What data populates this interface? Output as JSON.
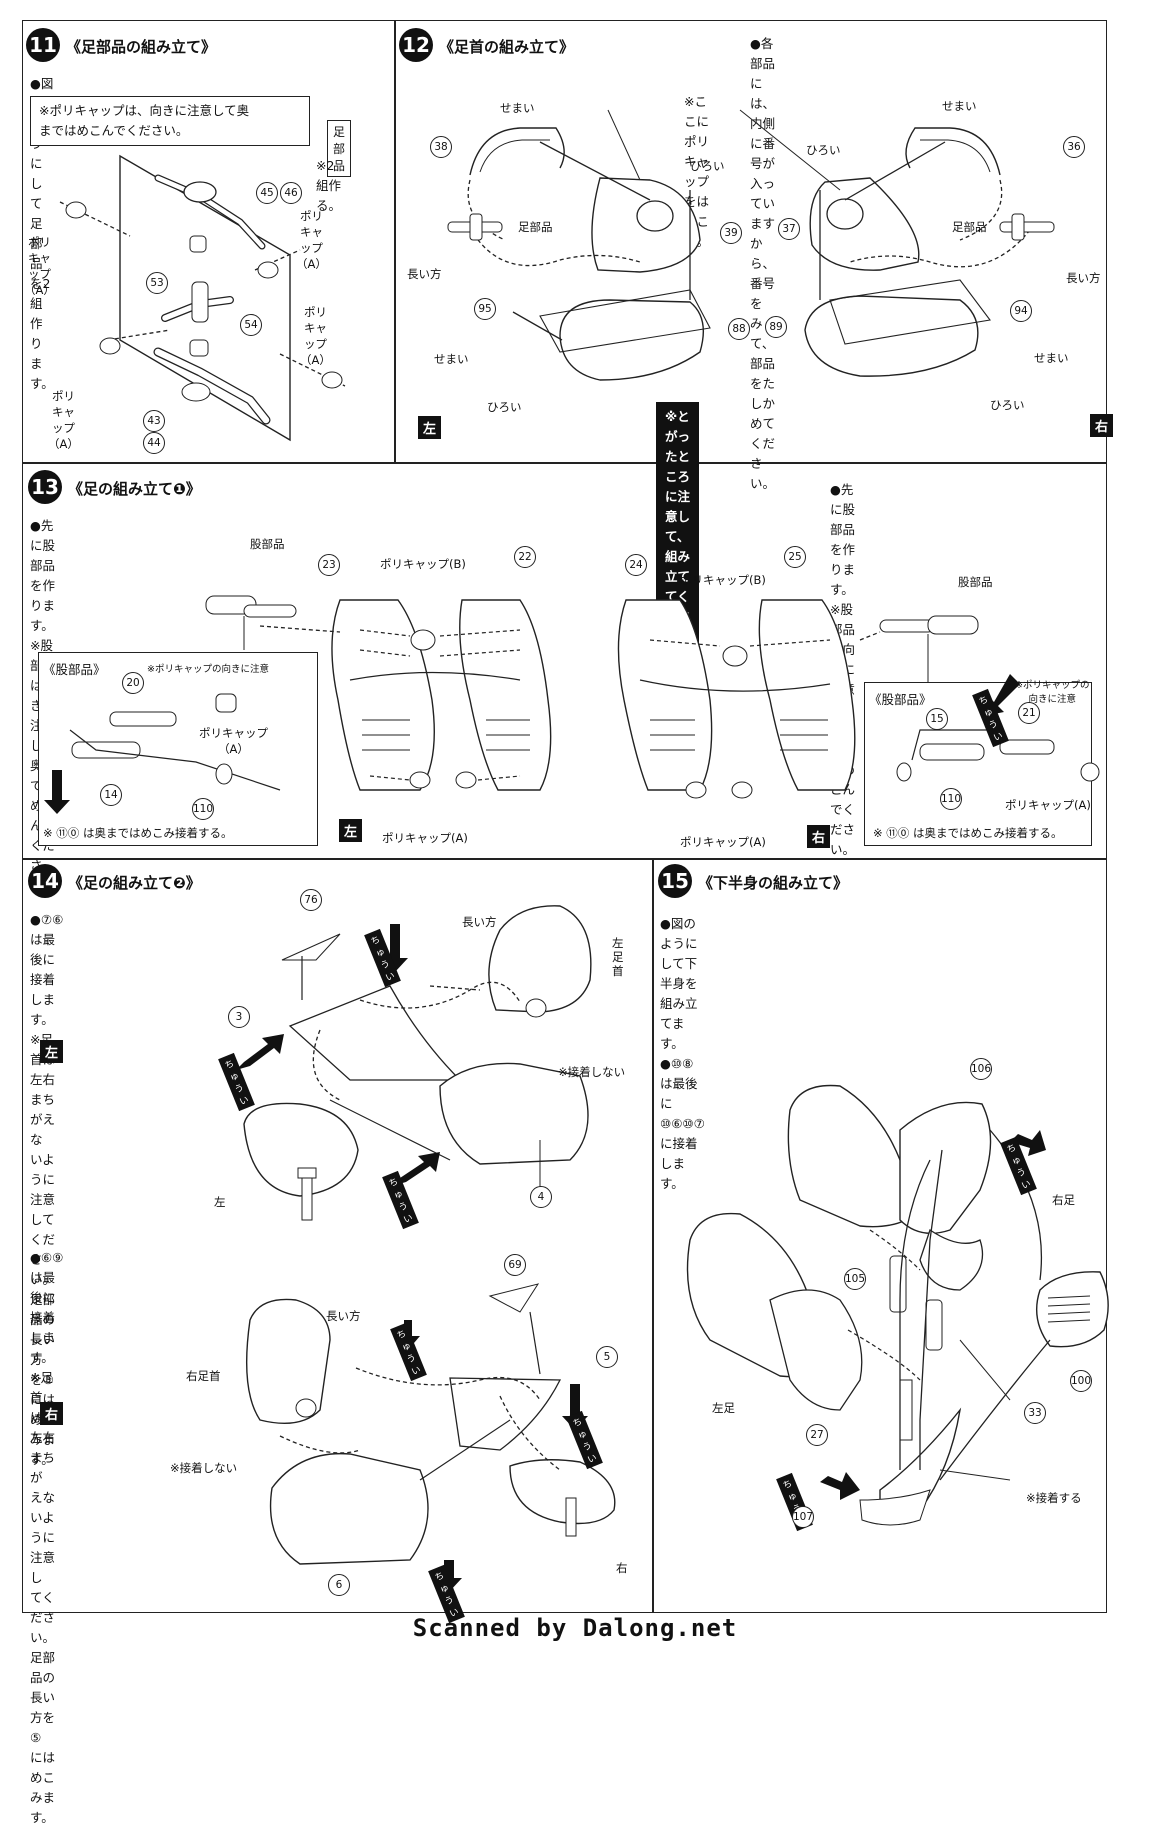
{
  "footer": "Scanned by Dalong.net",
  "s11": {
    "num": "11",
    "title": "《足部品の組み立て》",
    "note": "●図のようにして足部品を2組作ります。",
    "box_note": "※ポリキャップは、向きに注意して奥\nまではめこんでください。",
    "part_box": "足部品",
    "make_two": "※2組作る。",
    "labels": {
      "polycap_a": "ポリキャップ\n（A）"
    },
    "parts": [
      "45",
      "46",
      "53",
      "54",
      "43",
      "44"
    ]
  },
  "s12": {
    "num": "12",
    "title": "《足首の組み立て》",
    "note": "●各部品には、内側に番号が入っていますから、番号を\nみて、部品をたしかめてください。",
    "polycap_note": "※ここにポリキャップ\nをはめこむ。",
    "narrow": "せまい",
    "wide": "ひろい",
    "foot_part": "足部品",
    "long_side": "長い方",
    "caution": "※とがったところに注意し\nて、組み立ててください。",
    "left": "左",
    "right": "右",
    "parts": [
      "38",
      "39",
      "95",
      "88",
      "36",
      "37",
      "89",
      "94"
    ]
  },
  "s13": {
    "num": "13",
    "title": "《足の組み立て❶》",
    "note_left": "●先に股部品を作ります。\n※股部品は向きに注意し\n奥まではめこんでくだ\nさい。",
    "note_right": "●先に股部品を作ります。\n※股部品は向きに注意し、奥まで\nはめこんでください。",
    "thigh_part": "股部品",
    "sub_title": "《股部品》",
    "sub_note_left": "※ポリキャップの向きに注意",
    "sub_note_right": "※ポリキャップの\n向きに注意",
    "polycap_a": "ポリキャップ\n（A）",
    "polycap_a_inline": "ポリキャップ(A)",
    "polycap_b": "ポリキャップ(B)",
    "bottom_note": "※ ⑪⓪ は奥まではめこみ接着する。",
    "left": "左",
    "right": "右",
    "parts": [
      "23",
      "22",
      "24",
      "25",
      "20",
      "14",
      "110",
      "15",
      "21"
    ]
  },
  "s14": {
    "num": "14",
    "title": "《足の組み立て❷》",
    "note_top": "●⑦⑥は最後に接着します。\n※足首は左右まちがえな\nいように注意してくだ\nさい。足部品の長い方\nを③にはめこみます。",
    "note_bottom": "●⑥⑨は最後に接着します。\n※足首は、左右まちが\nえないように注意し\nてください。\n足部品の長い方を⑤\nにはめこみます。",
    "long_side": "長い方",
    "left_ankle": "左\n足\n首",
    "right_ankle": "右足首",
    "no_glue": "※接着しない",
    "left": "左",
    "right": "右",
    "caution": "ちゅうい",
    "parts": [
      "76",
      "3",
      "4",
      "69",
      "5",
      "6"
    ]
  },
  "s15": {
    "num": "15",
    "title": "《下半身の組み立て》",
    "note": "●図のようにして下半身を組み立てます。\n●⑩⑧は最後に⑩⑥⑩⑦に接着します。",
    "right_leg": "右足",
    "left_leg": "左足",
    "glue": "※接着する",
    "caution": "ちゅうい",
    "parts": [
      "106",
      "105",
      "100",
      "33",
      "27",
      "107"
    ]
  }
}
